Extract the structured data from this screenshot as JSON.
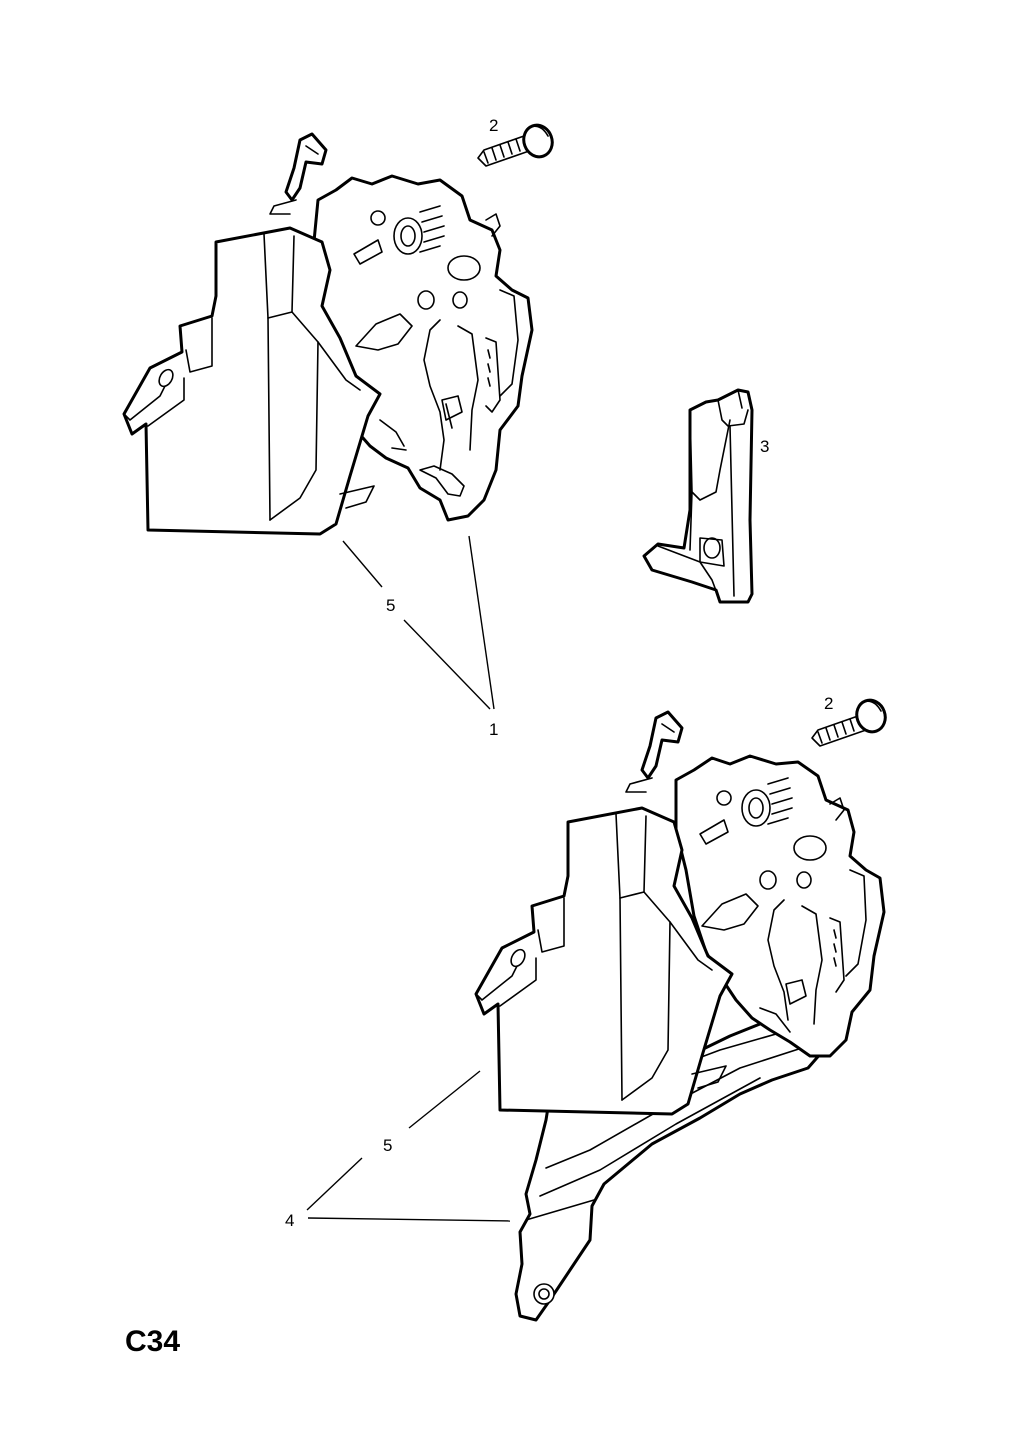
{
  "diagram": {
    "page_code": "C34",
    "callouts": {
      "part_1": "1",
      "part_2_top": "2",
      "part_2_bottom": "2",
      "part_3": "3",
      "part_4": "4",
      "part_5_top": "5",
      "part_5_bottom": "5"
    }
  }
}
